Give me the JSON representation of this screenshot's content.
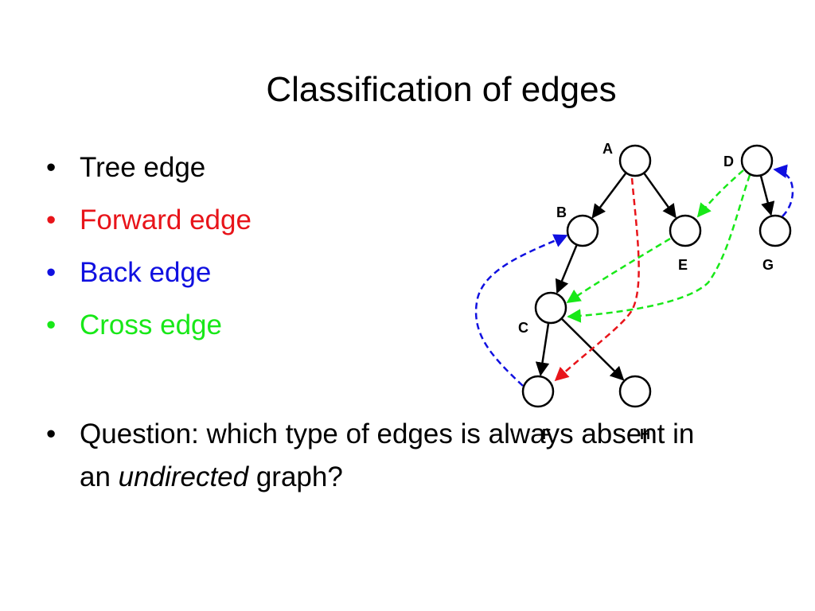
{
  "slide": {
    "title": "Classification of edges",
    "bullets": [
      {
        "text": "Tree edge",
        "color": "#000000"
      },
      {
        "text": "Forward edge",
        "color": "#e8141a"
      },
      {
        "text": "Back edge",
        "color": "#1010e0"
      },
      {
        "text": "Cross edge",
        "color": "#18e818"
      }
    ],
    "bullet_glyph": "•",
    "question": {
      "prefix": "Question: which type of edges is always absent in an ",
      "emphasis": "undirected",
      "suffix": " graph?"
    }
  },
  "graph": {
    "nodes": [
      {
        "id": "A",
        "label": "A"
      },
      {
        "id": "B",
        "label": "B"
      },
      {
        "id": "C",
        "label": "C"
      },
      {
        "id": "D",
        "label": "D"
      },
      {
        "id": "E",
        "label": "E"
      },
      {
        "id": "F",
        "label": "F"
      },
      {
        "id": "G",
        "label": "G"
      },
      {
        "id": "H",
        "label": "H"
      }
    ],
    "edges": [
      {
        "from": "A",
        "to": "B",
        "type": "tree"
      },
      {
        "from": "A",
        "to": "E",
        "type": "tree"
      },
      {
        "from": "B",
        "to": "C",
        "type": "tree"
      },
      {
        "from": "C",
        "to": "F",
        "type": "tree"
      },
      {
        "from": "C",
        "to": "H",
        "type": "tree"
      },
      {
        "from": "D",
        "to": "G",
        "type": "tree"
      },
      {
        "from": "A",
        "to": "F",
        "type": "forward"
      },
      {
        "from": "F",
        "to": "B",
        "type": "back"
      },
      {
        "from": "G",
        "to": "D",
        "type": "back"
      },
      {
        "from": "E",
        "to": "C",
        "type": "cross"
      },
      {
        "from": "D",
        "to": "E",
        "type": "cross"
      },
      {
        "from": "D",
        "to": "C",
        "type": "cross"
      }
    ],
    "colors": {
      "tree": "#000000",
      "forward": "#e8141a",
      "back": "#1010e0",
      "cross": "#18e818"
    }
  }
}
